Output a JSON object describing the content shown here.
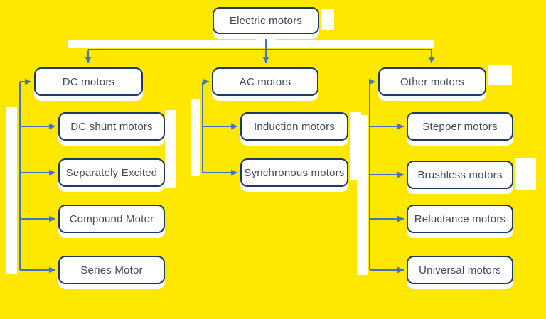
{
  "diagram": {
    "root": "Electric motors",
    "groups": [
      {
        "label": "DC motors",
        "children": [
          "DC shunt motors",
          "Separately Excited",
          "Compound Motor",
          "Series Motor"
        ]
      },
      {
        "label": "AC motors",
        "children": [
          "Induction motors",
          "Synchronous motors"
        ]
      },
      {
        "label": "Other motors",
        "children": [
          "Stepper motors",
          "Brushless motors",
          "Reluctance motors",
          "Universal motors"
        ]
      }
    ],
    "colors": {
      "background": "#FFE800",
      "box_fill": "#FFFFFF",
      "box_border": "#1F3864",
      "connector": "#4472C4",
      "text": "#3F4A5C"
    }
  }
}
